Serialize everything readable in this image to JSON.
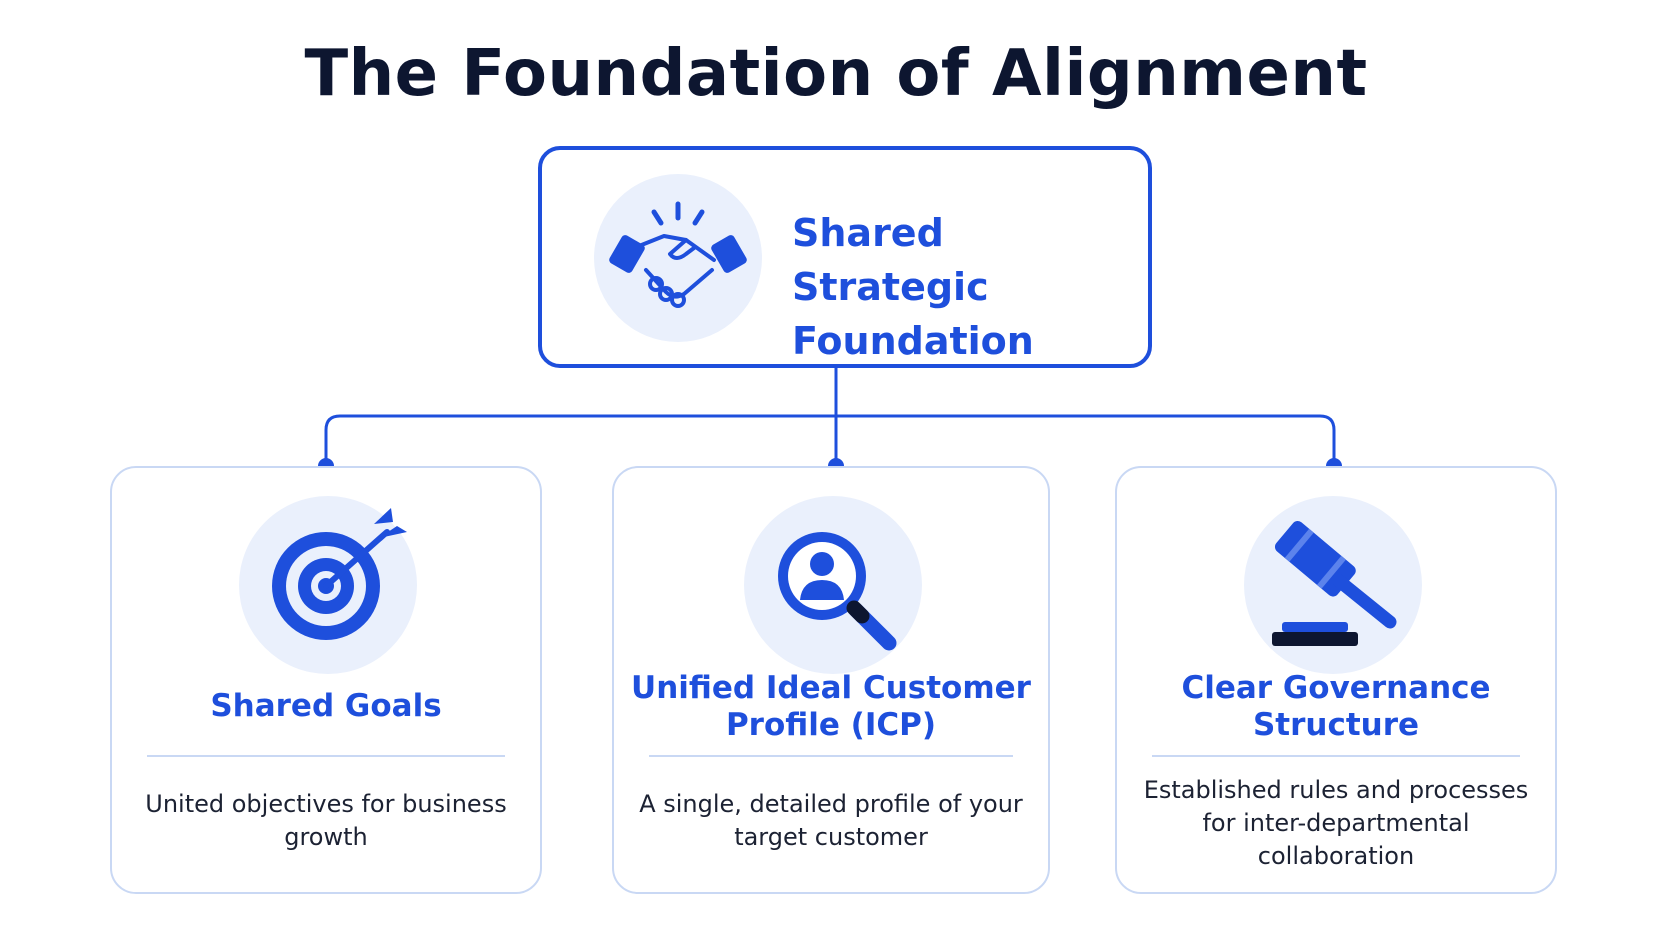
{
  "title": "The Foundation of Alignment",
  "colors": {
    "accent": "#1e4fdc",
    "title": "#0d1630",
    "icon_bg": "#eaf0fc",
    "card_border": "#c9d8f4"
  },
  "top": {
    "label": "Shared Strategic Foundation",
    "icon": "handshake-icon"
  },
  "pillars": [
    {
      "title": "Shared Goals",
      "description": "United objectives for business growth",
      "icon": "target-icon"
    },
    {
      "title": "Unified Ideal Customer Profile (ICP)",
      "description": "A single, detailed profile of your target customer",
      "icon": "customer-search-icon"
    },
    {
      "title": "Clear Governance Structure",
      "description": "Established rules and processes for inter-departmental collaboration",
      "icon": "gavel-icon"
    }
  ]
}
